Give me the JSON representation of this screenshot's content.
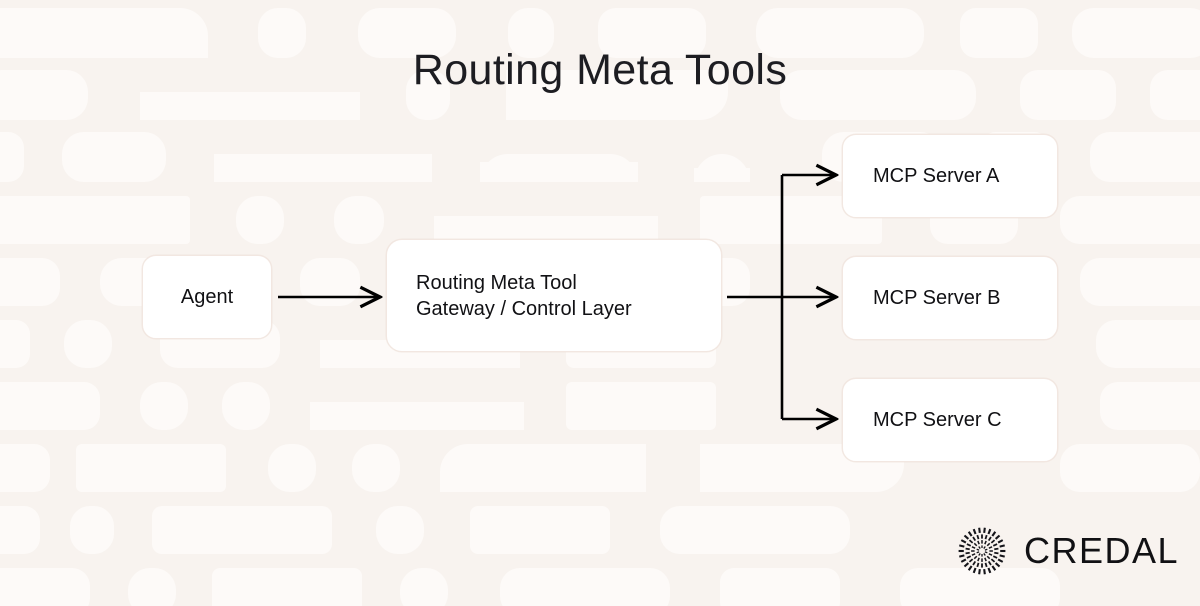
{
  "title": "Routing Meta Tools",
  "diagram": {
    "nodes": {
      "agent": "Agent",
      "gateway": "Routing Meta Tool\nGateway / Control Layer",
      "server_a": "MCP Server A",
      "server_b": "MCP Server B",
      "server_c": "MCP Server C"
    },
    "edges": [
      {
        "from": "agent",
        "to": "gateway",
        "style": "arrow"
      },
      {
        "from": "gateway",
        "to": "server_a",
        "style": "elbow-arrow"
      },
      {
        "from": "gateway",
        "to": "server_b",
        "style": "arrow"
      },
      {
        "from": "gateway",
        "to": "server_c",
        "style": "elbow-arrow"
      }
    ]
  },
  "brand": {
    "wordmark": "CREDAL",
    "mark_icon": "radial-burst-icon"
  },
  "colors": {
    "background": "#f8f3ef",
    "pattern_shape": "#fdfaf8",
    "node_fill": "#ffffff",
    "node_border": "#f2e7e1",
    "text": "#111114",
    "title_text": "#1d1d22",
    "connector": "#000000"
  }
}
